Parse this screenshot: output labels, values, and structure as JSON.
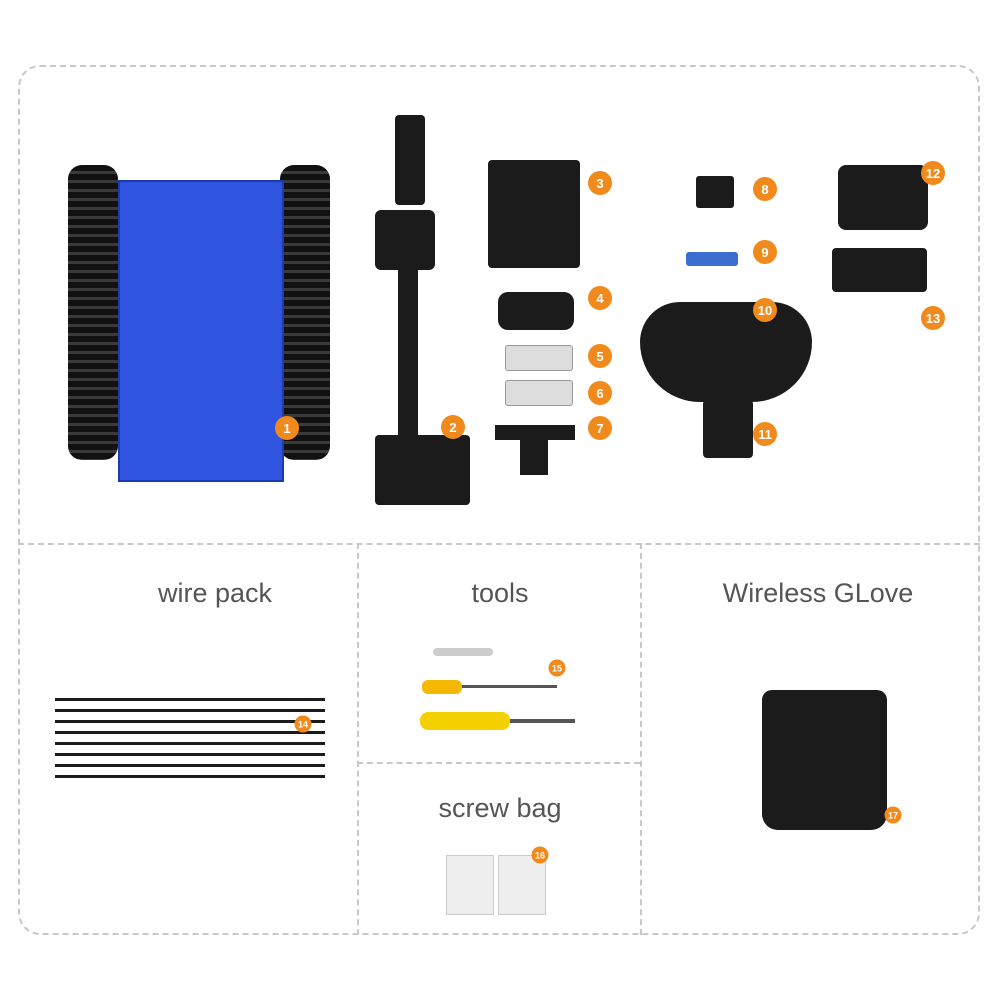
{
  "sections": {
    "wire_pack": "wire pack",
    "tools": "tools",
    "glove": "Wireless GLove",
    "screw_bag": "screw bag"
  },
  "badges": [
    "1",
    "2",
    "3",
    "4",
    "5",
    "6",
    "7",
    "8",
    "9",
    "10",
    "11",
    "12",
    "13",
    "14",
    "15",
    "16",
    "17"
  ],
  "colors": {
    "badge": "#f08a1c",
    "chassis": "#2f55e0",
    "border": "#c8c8c8"
  }
}
